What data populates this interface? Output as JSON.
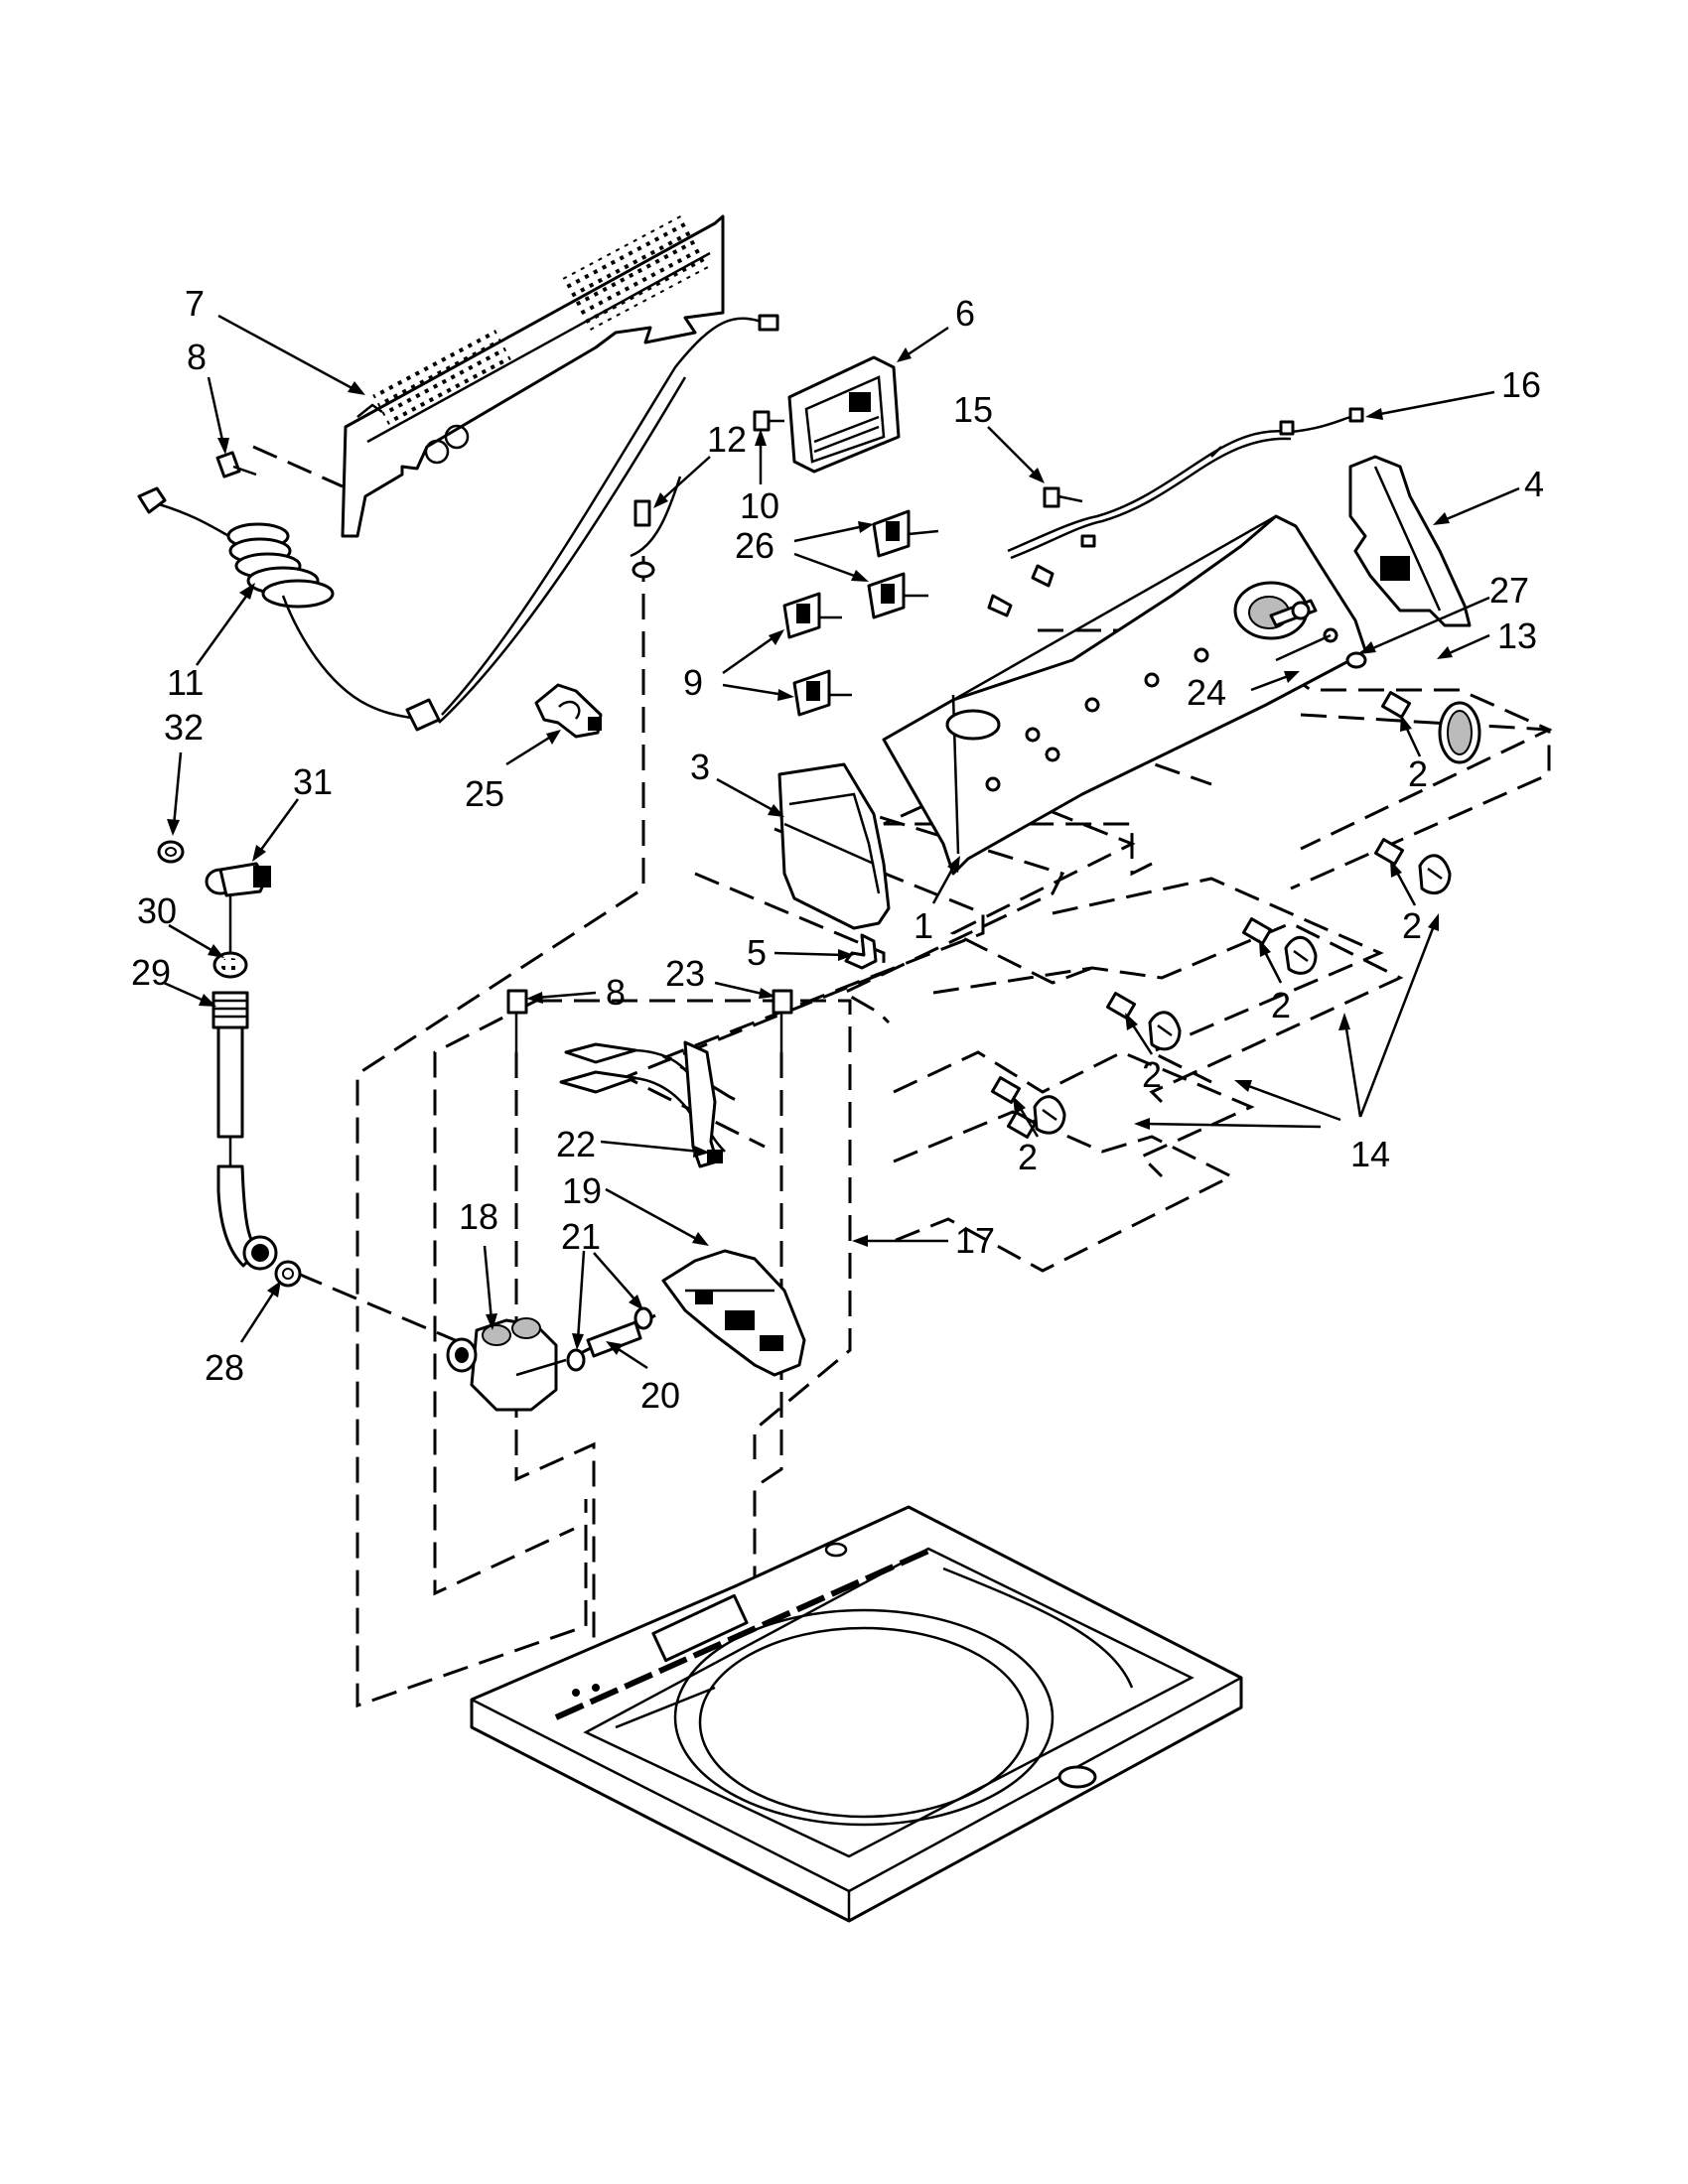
{
  "callouts": [
    {
      "id": "c1",
      "text": "1"
    },
    {
      "id": "c2a",
      "text": "2"
    },
    {
      "id": "c2b",
      "text": "2"
    },
    {
      "id": "c2c",
      "text": "2"
    },
    {
      "id": "c2d",
      "text": "2"
    },
    {
      "id": "c2e",
      "text": "2"
    },
    {
      "id": "c3",
      "text": "3"
    },
    {
      "id": "c4",
      "text": "4"
    },
    {
      "id": "c5",
      "text": "5"
    },
    {
      "id": "c6",
      "text": "6"
    },
    {
      "id": "c7",
      "text": "7"
    },
    {
      "id": "c8a",
      "text": "8"
    },
    {
      "id": "c8b",
      "text": "8"
    },
    {
      "id": "c9",
      "text": "9"
    },
    {
      "id": "c10",
      "text": "10"
    },
    {
      "id": "c11",
      "text": "11"
    },
    {
      "id": "c12",
      "text": "12"
    },
    {
      "id": "c13",
      "text": "13"
    },
    {
      "id": "c14",
      "text": "14"
    },
    {
      "id": "c15",
      "text": "15"
    },
    {
      "id": "c16",
      "text": "16"
    },
    {
      "id": "c17",
      "text": "17"
    },
    {
      "id": "c18",
      "text": "18"
    },
    {
      "id": "c19",
      "text": "19"
    },
    {
      "id": "c20",
      "text": "20"
    },
    {
      "id": "c21",
      "text": "21"
    },
    {
      "id": "c22",
      "text": "22"
    },
    {
      "id": "c23",
      "text": "23"
    },
    {
      "id": "c24",
      "text": "24"
    },
    {
      "id": "c25",
      "text": "25"
    },
    {
      "id": "c26",
      "text": "26"
    },
    {
      "id": "c27",
      "text": "27"
    },
    {
      "id": "c28",
      "text": "28"
    },
    {
      "id": "c29",
      "text": "29"
    },
    {
      "id": "c30",
      "text": "30"
    },
    {
      "id": "c31",
      "text": "31"
    },
    {
      "id": "c32",
      "text": "32"
    }
  ]
}
